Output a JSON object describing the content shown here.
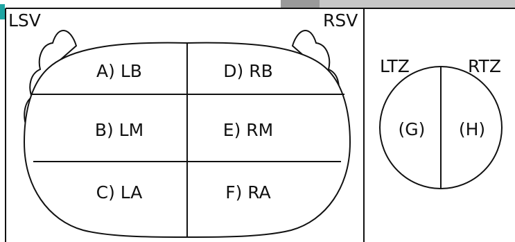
{
  "diagram": {
    "left_panel": {
      "corner_left": "LSV",
      "corner_right": "RSV",
      "zones": {
        "a": "A) LB",
        "b": "B) LM",
        "c": "C) LA",
        "d": "D) RB",
        "e": "E) RM",
        "f": "F) RA"
      }
    },
    "right_panel": {
      "corner_left": "LTZ",
      "corner_right": "RTZ",
      "zones": {
        "g": "(G)",
        "h": "(H)"
      }
    }
  },
  "colors": {
    "line": "#111111",
    "background": "#ffffff",
    "accent_tab": "#1fa5a3",
    "toolbar_gray": "#c8c8c8",
    "toolbar_dark": "#9a9a9a"
  }
}
